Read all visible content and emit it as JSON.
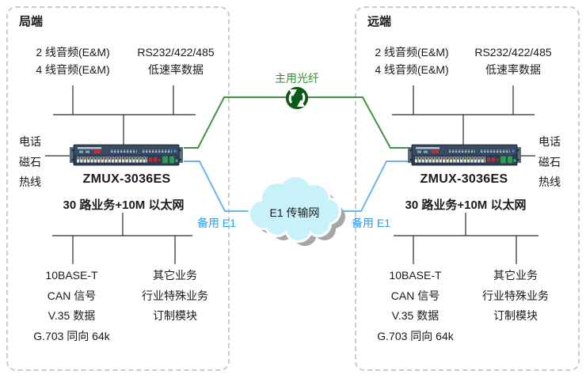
{
  "diagram": {
    "local": {
      "title": "局端",
      "audio_lines": [
        "2 线音频(E&M)",
        "4 线音频(E&M)"
      ],
      "serial_lines": [
        "RS232/422/485",
        "低速率数据"
      ],
      "phone_labels": [
        "电话",
        "磁石",
        "热线"
      ],
      "device_label": "ZMUX-3036ES",
      "capacity_title": "30 路业务+10M 以太网",
      "service_lines_left": [
        "10BASE-T",
        "CAN 信号",
        "V.35 数据",
        "G.703 同向 64k"
      ],
      "service_lines_right": [
        "其它业务",
        "行业特殊业务",
        "订制模块"
      ]
    },
    "remote": {
      "title": "远端",
      "audio_lines": [
        "2 线音频(E&M)",
        "4 线音频(E&M)"
      ],
      "serial_lines": [
        "RS232/422/485",
        "低速率数据"
      ],
      "phone_labels": [
        "电话",
        "磁石",
        "热线"
      ],
      "device_label": "ZMUX-3036ES",
      "capacity_title": "30 路业务+10M 以太网",
      "service_lines_left": [
        "10BASE-T",
        "CAN 信号",
        "V.35 数据",
        "G.703 同向 64k"
      ],
      "service_lines_right": [
        "其它业务",
        "行业特殊业务",
        "订制模块"
      ]
    },
    "links": {
      "primary_label": "主用光纤",
      "backup_label_left": "备用 E1",
      "backup_label_right": "备用 E1",
      "cloud_label": "E1 传输网"
    },
    "icons": {
      "fiber_node": "green-globe-arrows-icon",
      "cloud": "e1-network-cloud-shape",
      "device": "rackmount-multiplexer-image"
    },
    "colors": {
      "primary_fiber_line": "#449344",
      "primary_fiber_text": "#2f8f2f",
      "backup_e1_line": "#6cb3f2",
      "backup_e1_text": "#2d9ced",
      "cloud_fill": "#c9f1fa",
      "connector_line": "#2b2b2b",
      "panel_border": "#cbcbcb"
    }
  }
}
